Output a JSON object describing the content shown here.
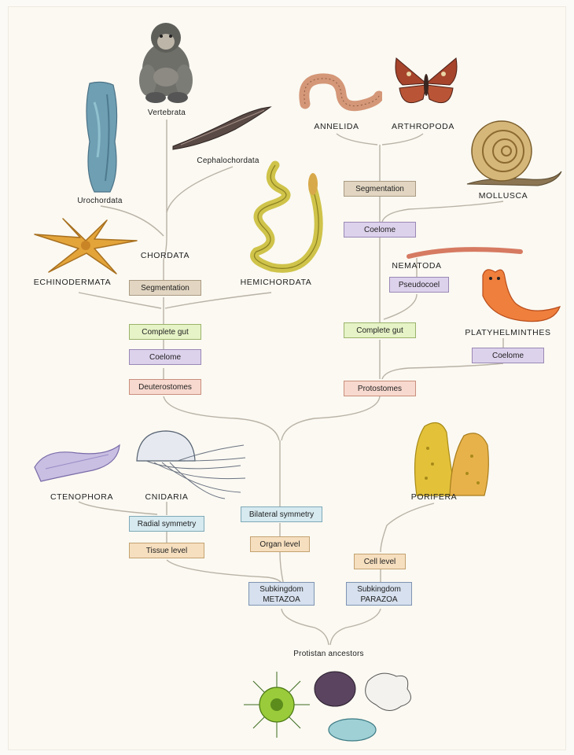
{
  "taxa": {
    "vertebrata": "Vertebrata",
    "cephalochordata": "Cephalochordata",
    "urochordata": "Urochordata",
    "chordata": "CHORDATA",
    "echinodermata": "ECHINODERMATA",
    "hemichordata": "HEMICHORDATA",
    "annelida": "ANNELIDA",
    "arthropoda": "ARTHROPODA",
    "mollusca": "MOLLUSCA",
    "nematoda": "NEMATODA",
    "platyhelminthes": "PLATYHELMINTHES",
    "ctenophora": "CTENOPHORA",
    "cnidaria": "CNIDARIA",
    "porifera": "PORIFERA",
    "protistan": "Protistan ancestors"
  },
  "boxes": {
    "segmentation_left": "Segmentation",
    "complete_gut_left": "Complete gut",
    "coelome_left": "Coelome",
    "deuterostomes": "Deuterostomes",
    "segmentation_right": "Segmentation",
    "coelome_right": "Coelome",
    "pseudocoel": "Pseudocoel",
    "complete_gut_right": "Complete gut",
    "coelome_platy": "Coelome",
    "protostomes": "Protostomes",
    "radial_symmetry": "Radial symmetry",
    "tissue_level": "Tissue level",
    "bilateral_symmetry": "Bilateral symmetry",
    "organ_level": "Organ level",
    "cell_level": "Cell level",
    "metazoa_line1": "Subkingdom",
    "metazoa_line2": "METAZOA",
    "parazoa_line1": "Subkingdom",
    "parazoa_line2": "PARAZOA"
  },
  "colors": {
    "segmentation": "#e2d6c2",
    "coelome": "#ddd2ec",
    "complete_gut": "#e6f3c6",
    "stomes": "#f8d9cf",
    "symmetry": "#d6eaf0",
    "level": "#f6dfbf",
    "subkingdom": "#d6e0ee"
  },
  "illustrations": [
    "chimpanzee",
    "sea-squirt",
    "lancelet",
    "acorn-worm",
    "starfish",
    "earthworm",
    "moth",
    "snail",
    "roundworm",
    "flatworm",
    "comb-jelly",
    "jellyfish",
    "sponge",
    "protists"
  ]
}
